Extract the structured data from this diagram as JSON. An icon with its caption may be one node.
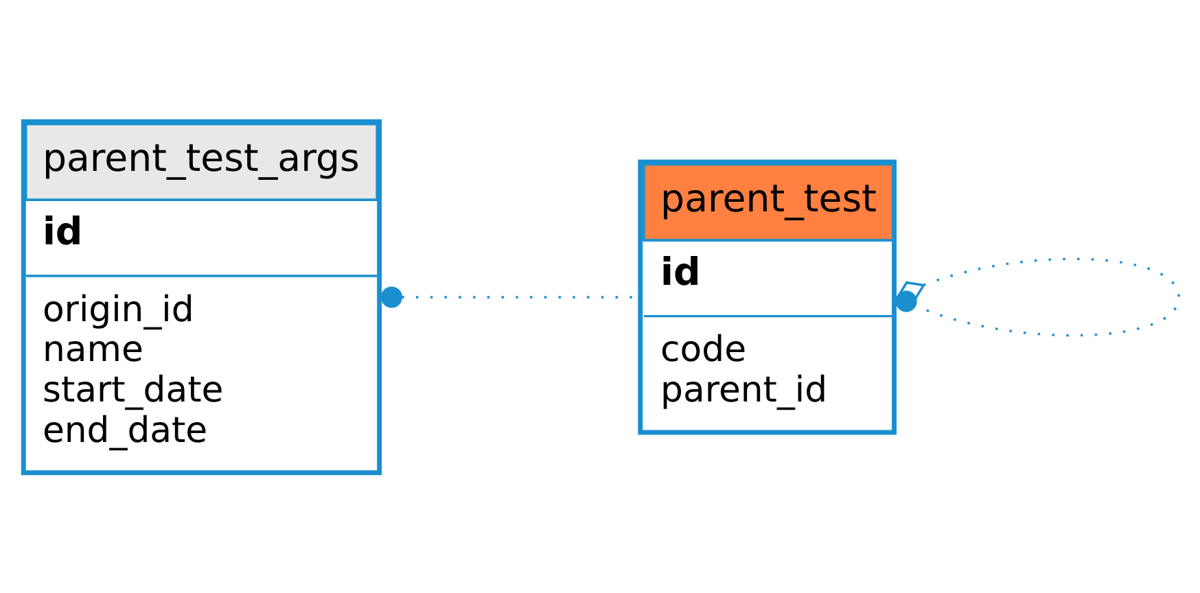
{
  "diagram": {
    "nodes": [
      {
        "text": [
          "parent_test_args",
          "id",
          "origin_id",
          "name",
          "start_date",
          "end_date"
        ]
      },
      {
        "text": [
          "parent_test",
          "id",
          "code",
          "parent_id"
        ]
      }
    ],
    "edges": [
      {
        "from": 0,
        "to": 1,
        "arrow": "other",
        "style": "dashed"
      },
      {
        "from": 1,
        "to": 1,
        "arrow": "other",
        "style": "dashed"
      }
    ]
  }
}
